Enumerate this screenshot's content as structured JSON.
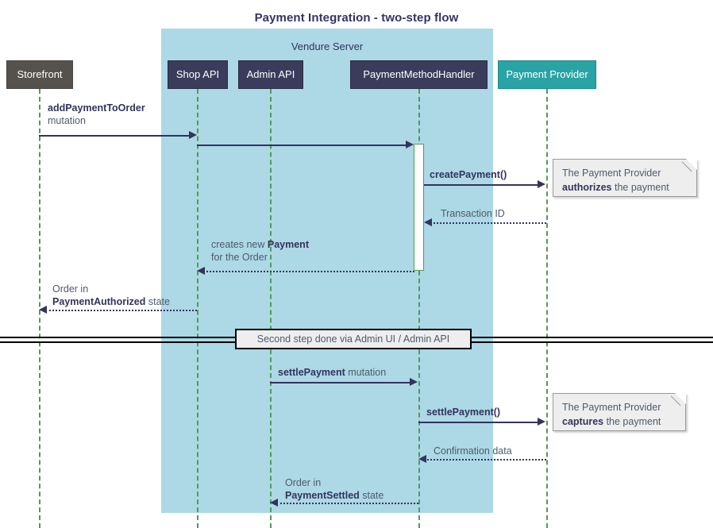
{
  "diagram": {
    "title": "Payment Integration - two-step flow",
    "type": "sequence-diagram"
  },
  "group": {
    "label": "Vendure Server",
    "color": "#ADD8E6"
  },
  "participants": [
    {
      "id": "storefront",
      "label": "Storefront",
      "color": "#55514d"
    },
    {
      "id": "shop_api",
      "label": "Shop API",
      "color": "#3b3b5c"
    },
    {
      "id": "admin_api",
      "label": "Admin API",
      "color": "#3b3b5c"
    },
    {
      "id": "payment_method_handler",
      "label": "PaymentMethodHandler",
      "color": "#3b3b5c"
    },
    {
      "id": "payment_provider",
      "label": "Payment Provider",
      "color": "#29A3A3"
    }
  ],
  "messages": [
    {
      "id": "m1",
      "from": "storefront",
      "to": "shop_api",
      "style": "solid",
      "label_bold": "addPaymentToOrder",
      "label_plain": "mutation"
    },
    {
      "id": "m2",
      "from": "shop_api",
      "to": "payment_method_handler",
      "style": "solid",
      "label_bold": "",
      "label_plain": ""
    },
    {
      "id": "m3",
      "from": "payment_method_handler",
      "to": "payment_provider",
      "style": "solid",
      "label_bold": "createPayment()",
      "label_plain": ""
    },
    {
      "id": "m4",
      "from": "payment_provider",
      "to": "payment_method_handler",
      "style": "dotted",
      "label_bold": "",
      "label_plain": "Transaction ID"
    },
    {
      "id": "m5",
      "from": "payment_method_handler",
      "to": "shop_api",
      "style": "dotted",
      "label_line1_plain": "creates new ",
      "label_line1_bold": "Payment",
      "label_line2_plain": "for the Order"
    },
    {
      "id": "m6",
      "from": "shop_api",
      "to": "storefront",
      "style": "dotted",
      "label_line1_plain": "Order in",
      "label_line2_bold": "PaymentAuthorized",
      "label_line2_plain": " state"
    },
    {
      "id": "m7",
      "from": "admin_api",
      "to": "payment_method_handler",
      "style": "solid",
      "label_bold": "settlePayment",
      "label_plain": " mutation"
    },
    {
      "id": "m8",
      "from": "payment_method_handler",
      "to": "payment_provider",
      "style": "solid",
      "label_bold": "settlePayment()",
      "label_plain": ""
    },
    {
      "id": "m9",
      "from": "payment_provider",
      "to": "payment_method_handler",
      "style": "dotted",
      "label_bold": "",
      "label_plain": "Confirmation data"
    },
    {
      "id": "m10",
      "from": "payment_method_handler",
      "to": "admin_api",
      "style": "dotted",
      "label_line1_plain": "Order in",
      "label_line2_bold": "PaymentSettled",
      "label_line2_plain": " state"
    }
  ],
  "notes": [
    {
      "id": "note1",
      "line1_plain": "The Payment Provider",
      "line2_bold": "authorizes",
      "line2_plain": " the payment"
    },
    {
      "id": "note2",
      "line1_plain": "The Payment Provider",
      "line2_bold": "captures",
      "line2_plain": " the payment"
    }
  ],
  "divider": {
    "label": "Second step done via Admin UI / Admin API"
  }
}
